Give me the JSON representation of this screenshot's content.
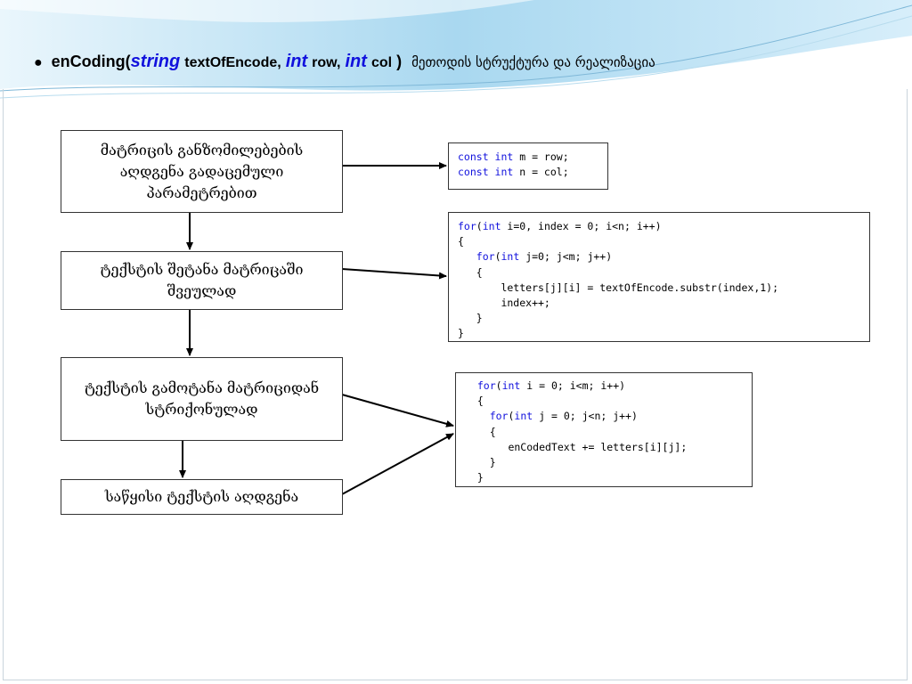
{
  "title": {
    "bullet": "●",
    "func": "enCoding(",
    "t1": "string",
    "p1": "textOfEncode,",
    "t2": "int",
    "p2": "row,",
    "t3": "int",
    "p3": "col",
    "close": ")",
    "desc": "მეთოდის სტრუქტურა და რეალიზაცია"
  },
  "boxes": {
    "restore_dims": "მატრიცის განზომილებების აღდგენა გადაცემული პარამეტრებით",
    "write_matrix": "ტექსტის შეტანა მატრიცაში შვეულად",
    "read_matrix": "ტექსტის გამოტანა მატრიციდან სტრიქონულად",
    "restore_text": "საწყისი ტექსტის აღდგენა"
  },
  "code_blocks": {
    "dims": [
      [
        {
          "t": "const int",
          "k": true
        },
        {
          "t": " m = row;"
        }
      ],
      [
        {
          "t": "const int",
          "k": true
        },
        {
          "t": " n = col;"
        }
      ]
    ],
    "fill": [
      [
        {
          "t": "for",
          "k": true
        },
        {
          "t": "("
        },
        {
          "t": "int",
          "k": true
        },
        {
          "t": " i=0, index = 0; i<n; i++)"
        }
      ],
      [
        {
          "t": "{"
        }
      ],
      [
        {
          "t": "   "
        },
        {
          "t": "for",
          "k": true
        },
        {
          "t": "("
        },
        {
          "t": "int",
          "k": true
        },
        {
          "t": " j=0; j<m; j++)"
        }
      ],
      [
        {
          "t": "   {"
        }
      ],
      [
        {
          "t": "       letters[j][i] = textOfEncode.substr(index,1);"
        }
      ],
      [
        {
          "t": "       index++;"
        }
      ],
      [
        {
          "t": "   }"
        }
      ],
      [
        {
          "t": "}"
        }
      ]
    ],
    "read": [
      [
        {
          "t": "  "
        },
        {
          "t": "for",
          "k": true
        },
        {
          "t": "("
        },
        {
          "t": "int",
          "k": true
        },
        {
          "t": " i = 0; i<m; i++)"
        }
      ],
      [
        {
          "t": "  {"
        }
      ],
      [
        {
          "t": "    "
        },
        {
          "t": "for",
          "k": true
        },
        {
          "t": "("
        },
        {
          "t": "int",
          "k": true
        },
        {
          "t": " j = 0; j<n; j++)"
        }
      ],
      [
        {
          "t": "    {"
        }
      ],
      [
        {
          "t": "       enCodedText += letters[i][j];"
        }
      ],
      [
        {
          "t": "    }"
        }
      ],
      [
        {
          "t": "  }"
        }
      ]
    ]
  },
  "colors": {
    "keyword": "#1111dd",
    "wave": "#9fd0ec",
    "border": "#333333"
  }
}
